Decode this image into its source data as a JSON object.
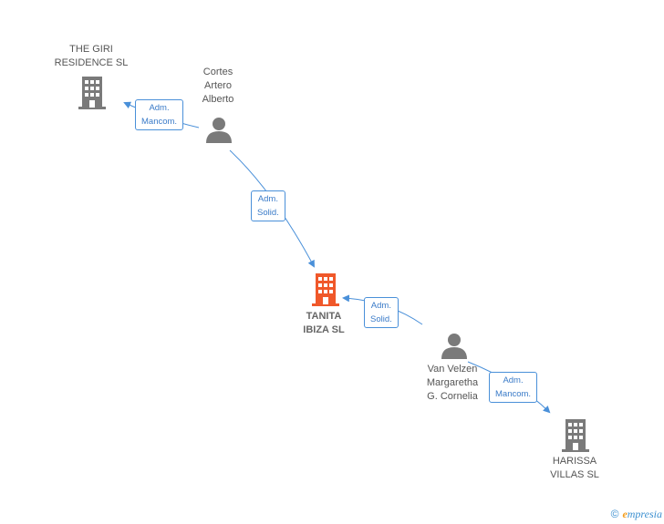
{
  "nodes": {
    "the_giri": {
      "lines": [
        "THE GIRI",
        "RESIDENCE  SL"
      ],
      "type": "company"
    },
    "cortes": {
      "lines": [
        "Cortes",
        "Artero",
        "Alberto"
      ],
      "type": "person"
    },
    "tanita": {
      "lines": [
        "TANITA",
        "IBIZA SL"
      ],
      "type": "company",
      "highlight": true
    },
    "van_velzen": {
      "lines": [
        "Van Velzen",
        "Margaretha",
        "G.  Cornelia"
      ],
      "type": "person"
    },
    "harissa": {
      "lines": [
        "HARISSA",
        "VILLAS  SL"
      ],
      "type": "company"
    }
  },
  "edges": {
    "cortes_to_giri": {
      "lines": [
        "Adm.",
        "Mancom."
      ]
    },
    "cortes_to_tanita": {
      "lines": [
        "Adm.",
        "Solid."
      ]
    },
    "vanvelzen_to_tanita": {
      "lines": [
        "Adm.",
        "Solid."
      ]
    },
    "vanvelzen_to_harissa": {
      "lines": [
        "Adm.",
        "Mancom."
      ]
    }
  },
  "footer": {
    "copyright": "©",
    "brand_e": "e",
    "brand_rest": "mpresia"
  },
  "colors": {
    "edge": "#4a90d9",
    "company": "#7a7a7a",
    "main_company": "#f0582a",
    "person": "#7a7a7a"
  }
}
